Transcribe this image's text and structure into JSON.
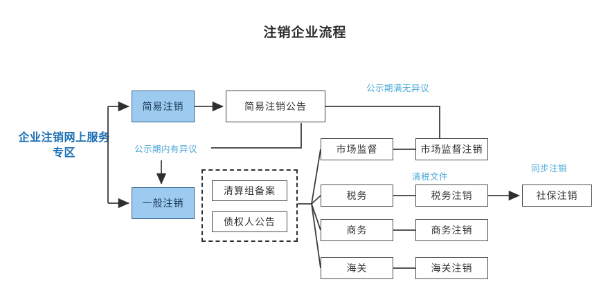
{
  "title": "注销企业流程",
  "entry": {
    "label": "企业注销网上服务专区",
    "color": "#1a6fb5"
  },
  "colors": {
    "node_fill": "#ffffff",
    "node_border": "#3b3b3b",
    "highlight_fill": "#9dcbf0",
    "highlight_border": "#2e5f8a",
    "edge_label": "#4aa8d8",
    "title": "#2b2b2b"
  },
  "nodes": {
    "simple_cancel": "简易注销",
    "simple_notice": "简易注销公告",
    "general_cancel": "一般注销",
    "liquidation_filing": "清算组备案",
    "creditor_notice": "债权人公告",
    "market_supervision": "市场监督",
    "market_supervision_cancel": "市场监督注销",
    "tax": "税务",
    "tax_cancel": "税务注销",
    "commerce": "商务",
    "commerce_cancel": "商务注销",
    "customs": "海关",
    "customs_cancel": "海关注销",
    "social_security_cancel": "社保注销"
  },
  "edge_labels": {
    "public_period_expired_no_objection": "公示期满无异议",
    "public_period_objection": "公示期内有异议",
    "tax_clearance_document": "清税文件",
    "synchronized_cancellation": "同步注销"
  },
  "chart_data": {
    "type": "diagram",
    "flow": [
      {
        "from": "企业注销网上服务专区",
        "to": "简易注销",
        "label": ""
      },
      {
        "from": "企业注销网上服务专区",
        "to": "一般注销",
        "label": ""
      },
      {
        "from": "简易注销",
        "to": "简易注销公告",
        "label": ""
      },
      {
        "from": "简易注销公告",
        "to": "简易注销 / 一般注销",
        "label": "公示期内有异议"
      },
      {
        "from": "简易注销公告",
        "to": "市场监督注销",
        "label": "公示期满无异议"
      },
      {
        "from": "一般注销",
        "to": "清算组备案 / 债权人公告",
        "label": ""
      },
      {
        "from": "清算组备案 / 债权人公告",
        "to": "市场监督",
        "label": ""
      },
      {
        "from": "清算组备案 / 债权人公告",
        "to": "税务",
        "label": ""
      },
      {
        "from": "清算组备案 / 债权人公告",
        "to": "商务",
        "label": ""
      },
      {
        "from": "清算组备案 / 债权人公告",
        "to": "海关",
        "label": ""
      },
      {
        "from": "市场监督",
        "to": "市场监督注销",
        "label": ""
      },
      {
        "from": "税务",
        "to": "税务注销",
        "label": "清税文件"
      },
      {
        "from": "商务",
        "to": "商务注销",
        "label": ""
      },
      {
        "from": "海关",
        "to": "海关注销",
        "label": ""
      },
      {
        "from": "税务注销",
        "to": "社保注销",
        "label": "同步注销"
      }
    ]
  }
}
